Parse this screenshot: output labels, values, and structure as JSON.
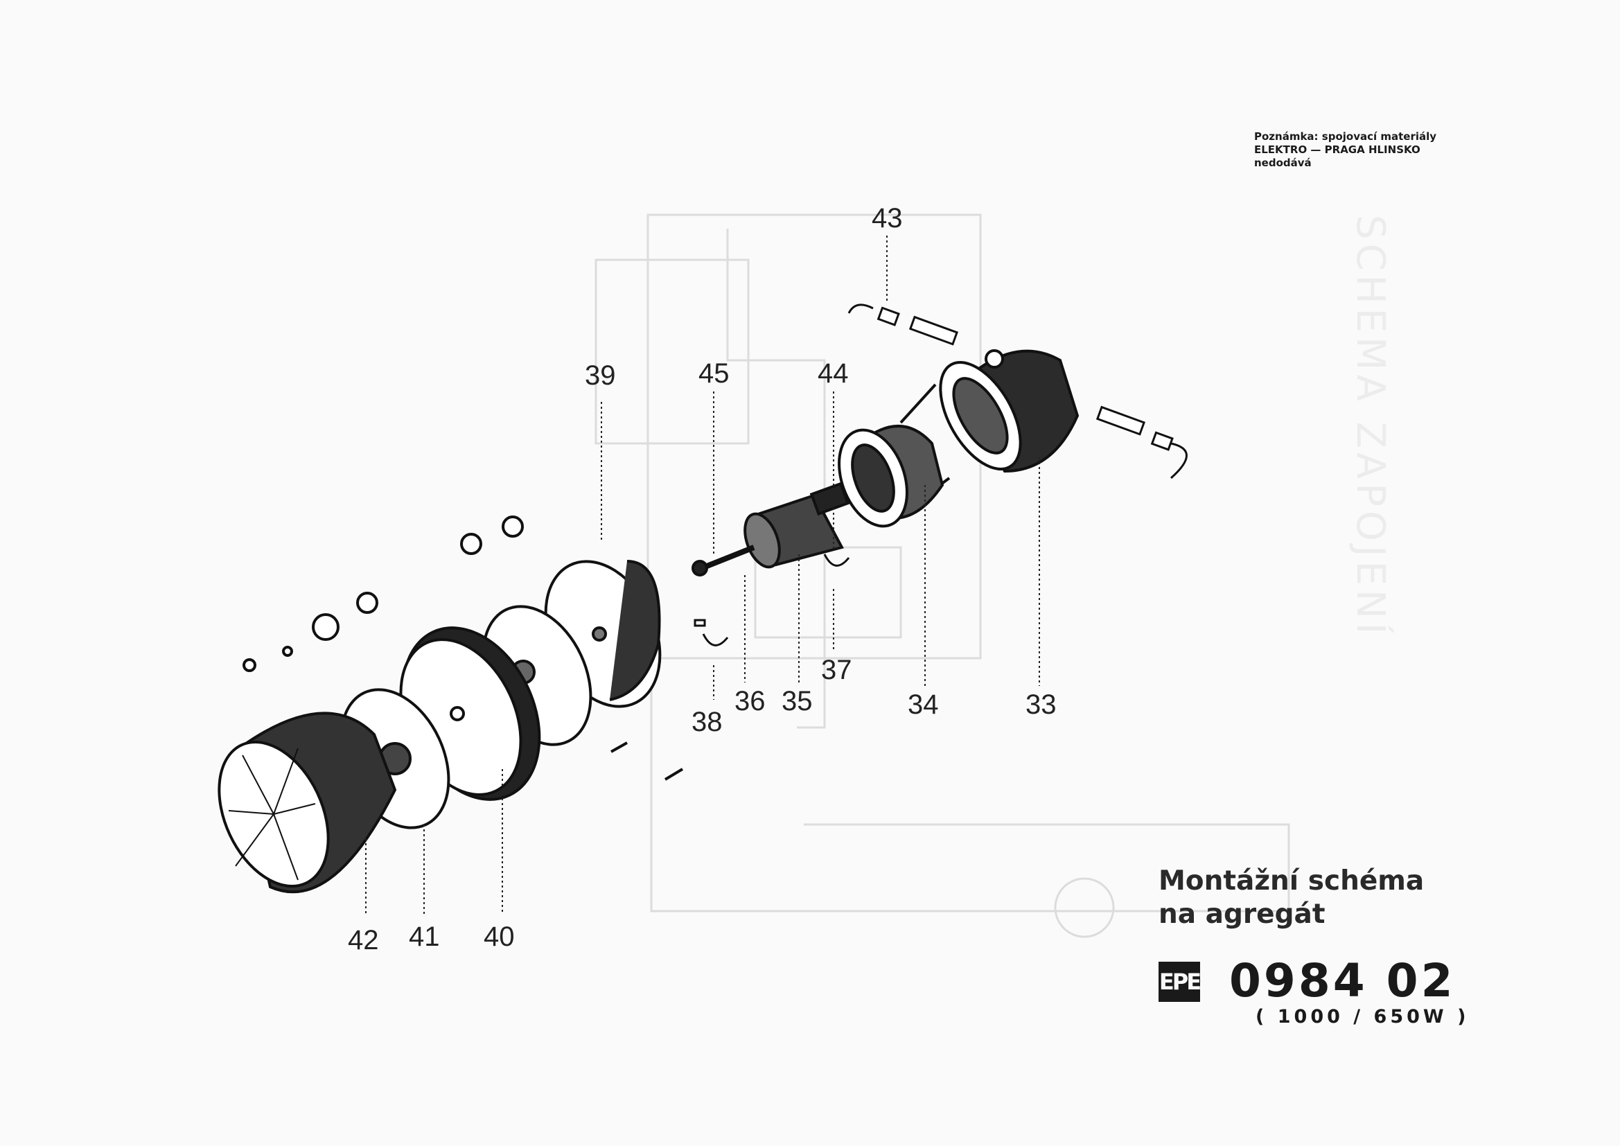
{
  "note": {
    "line1": "Poznámka: spojovací materiály",
    "line2": "ELEKTRO — PRAGA HLINSKO",
    "line3": "nedodává"
  },
  "title": {
    "line1": "Montážní schéma",
    "line2": "na agregát"
  },
  "logo_text": "EPE",
  "drawing_number": "0984 02",
  "power_rating": "( 1000 / 650W )",
  "background_watermark": "SCHEMA ZAPOJENÍ",
  "part_labels": [
    "33",
    "34",
    "35",
    "36",
    "37",
    "38",
    "39",
    "40",
    "41",
    "42",
    "43",
    "44",
    "45"
  ]
}
